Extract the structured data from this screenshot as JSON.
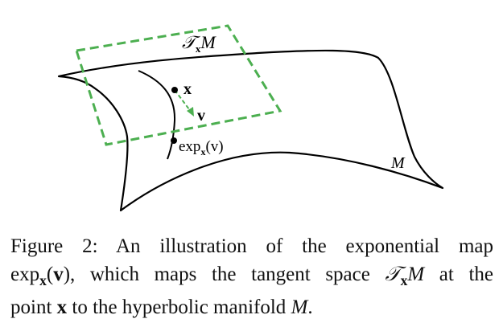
{
  "figure": {
    "labels": {
      "tangent_space": "𝒯",
      "tangent_sub": "x",
      "tangent_manifold": "M",
      "point_x": "x",
      "vector_v": "v",
      "exp_map": "exp",
      "exp_sub": "x",
      "exp_arg": "(v)",
      "manifold": "M"
    },
    "colors": {
      "tangent_plane": "#4caf50",
      "curves": "#000000"
    }
  },
  "caption": {
    "line1": "Figure 2:  An illustration of the exponential map",
    "line2_a": "exp",
    "line2_sub": "x",
    "line2_b": "(",
    "line2_v": "v",
    "line2_c": "), which maps the tangent space ",
    "line2_T": "𝒯",
    "line2_Tsub": "x",
    "line2_M": "M",
    "line2_d": " at the",
    "line3_a": "point ",
    "line3_x": "x",
    "line3_b": " to the hyperbolic manifold ",
    "line3_M": "M",
    "line3_c": "."
  }
}
